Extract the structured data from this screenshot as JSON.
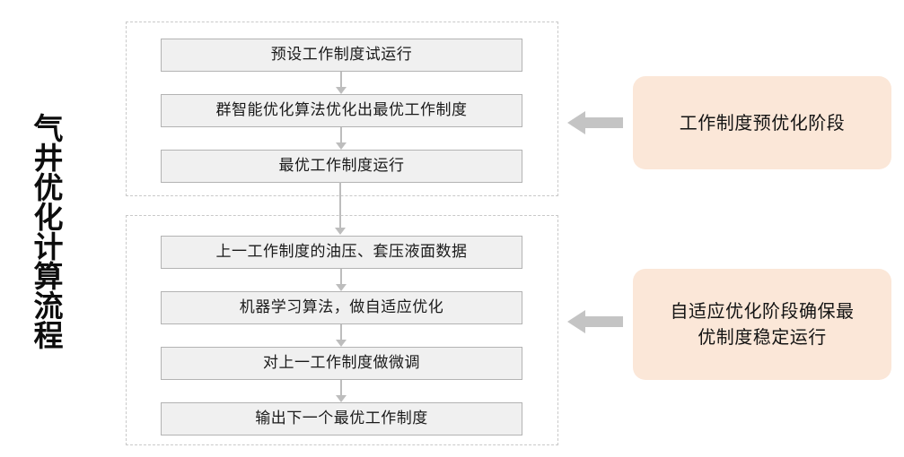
{
  "title": {
    "vertical_label": "气井优化计算流程"
  },
  "stages": [
    {
      "id": "pre-optimization",
      "steps": [
        {
          "label": "预设工作制度试运行"
        },
        {
          "label": "群智能优化算法优化出最优工作制度"
        },
        {
          "label": "最优工作制度运行"
        }
      ],
      "annotation": {
        "label": "工作制度预优化阶段",
        "arrow_icon": "left-block-arrow-icon"
      }
    },
    {
      "id": "adaptive-optimization",
      "steps": [
        {
          "label": "上一工作制度的油压、套压液面数据"
        },
        {
          "label": "机器学习算法，做自适应优化"
        },
        {
          "label": "对上一工作制度做微调"
        },
        {
          "label": "输出下一个最优工作制度"
        }
      ],
      "annotation": {
        "label_line1": "自适应优化阶段确保最",
        "label_line2": "优制度稳定运行",
        "arrow_icon": "left-block-arrow-icon"
      }
    }
  ],
  "colors": {
    "panel_fill": "#fbe7d8",
    "box_fill": "#f0f0f0",
    "box_border": "#b3b3b3",
    "group_border": "#c9c9c9",
    "connector": "#bdbdbd",
    "block_arrow": "#c4c4c4",
    "text": "#1a1a1a",
    "background": "#ffffff"
  }
}
